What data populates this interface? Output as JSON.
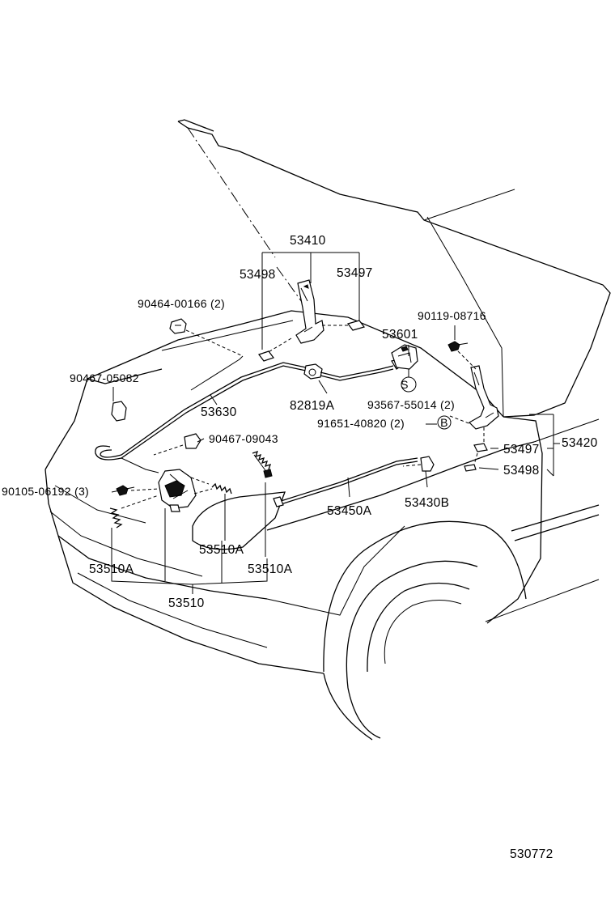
{
  "labels": {
    "l53410": "53410",
    "l53498a": "53498",
    "l53497a": "53497",
    "l90464": "90464-00166 (2)",
    "l90119": "90119-08716",
    "l53601": "53601",
    "l90467a": "90467-05082",
    "l53630": "53630",
    "l82819": "82819A",
    "l93567": "93567-55014 (2)",
    "l91651": "91651-40820 (2)",
    "marker_s": "S",
    "marker_b": "B",
    "l90467b": "90467-09043",
    "l53497b": "53497",
    "l53420": "53420",
    "l53498b": "53498",
    "l90105": "90105-06192 (3)",
    "l53450": "53450A",
    "l53430": "53430B",
    "l53510a1": "53510A",
    "l53510a2": "53510A",
    "l53510a3": "53510A",
    "l53510": "53510",
    "code": "530772"
  },
  "icons": [
    "hinge-left-icon",
    "hinge-right-icon",
    "hood-lock-icon",
    "release-cable-icon",
    "lever-icon",
    "clip-icon",
    "bolt-icon",
    "spring-icon"
  ]
}
